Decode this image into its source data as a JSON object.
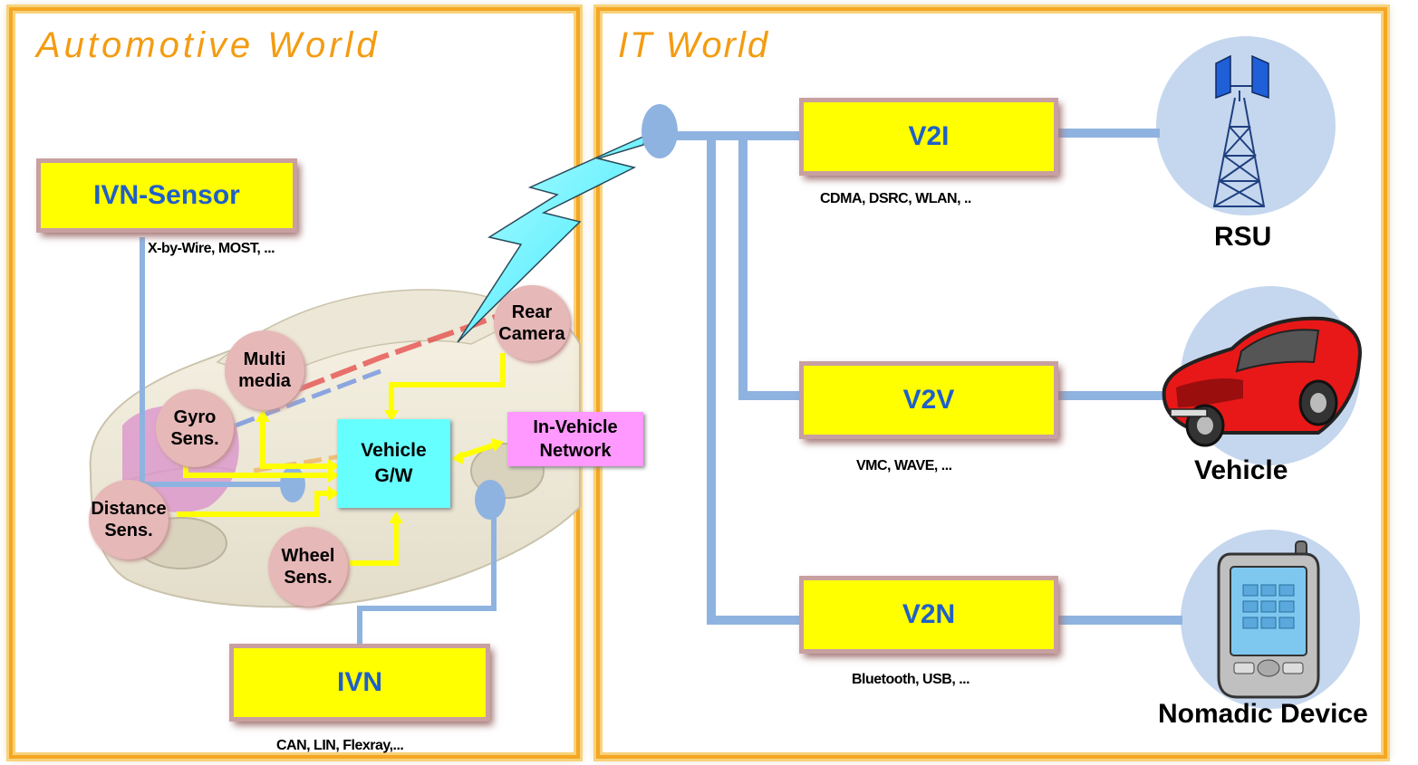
{
  "automotive_world": {
    "title": "Automotive World",
    "ivn_sensor": {
      "label": "IVN-Sensor",
      "protocols": "X-by-Wire, MOST, ..."
    },
    "ivn": {
      "label": "IVN",
      "protocols": "CAN, LIN, Flexray,..."
    },
    "vehicle_gw": {
      "label_line1": "Vehicle",
      "label_line2": "G/W"
    },
    "in_vehicle_network": {
      "label_line1": "In-Vehicle",
      "label_line2": "Network"
    },
    "sensors": [
      {
        "line1": "Multi",
        "line2": "media"
      },
      {
        "line1": "Gyro",
        "line2": "Sens."
      },
      {
        "line1": "Distance",
        "line2": "Sens."
      },
      {
        "line1": "Wheel",
        "line2": "Sens."
      },
      {
        "line1": "Rear",
        "line2": "Camera"
      }
    ]
  },
  "it_world": {
    "title": "IT World",
    "links": [
      {
        "label": "V2I",
        "protocols": "CDMA, DSRC, WLAN, .."
      },
      {
        "label": "V2V",
        "protocols": "VMC, WAVE, ..."
      },
      {
        "label": "V2N",
        "protocols": "Bluetooth, USB, ..."
      }
    ],
    "endpoints": [
      {
        "label": "RSU",
        "icon": "radio-tower-icon"
      },
      {
        "label": "Vehicle",
        "icon": "red-car-icon"
      },
      {
        "label": "Nomadic Device",
        "icon": "mobile-phone-icon"
      }
    ]
  },
  "colors": {
    "panel_border": "#f5a623",
    "box_fill": "#ffff00",
    "box_text": "#1f5fc8",
    "connector": "#8fb3e0",
    "gateway": "#66ffff",
    "network_box": "#ff99ff",
    "sensor_bubble": "#e6b8b8",
    "yellow_arrow": "#ffff00"
  }
}
